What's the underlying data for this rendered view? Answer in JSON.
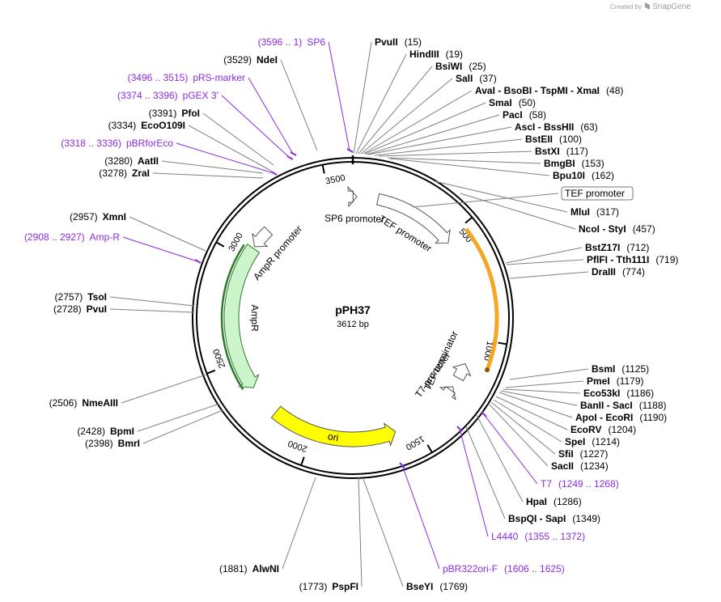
{
  "credit": {
    "created_by": "Created by",
    "brand": "SnapGene"
  },
  "plasmid": {
    "name": "pPH37",
    "size_label": "3612 bp",
    "length": 3612
  },
  "ticks": [
    "500",
    "1000",
    "1500",
    "2000",
    "2500",
    "3000",
    "3500"
  ],
  "features": [
    {
      "name": "SP6 promoter",
      "start": 1,
      "end": 19,
      "direction": "forward",
      "color": "#ffffff",
      "kind": "promoter"
    },
    {
      "name": "TEF promoter",
      "start": 120,
      "end": 520,
      "direction": "forward",
      "color": "#ffffff",
      "kind": "promoter"
    },
    {
      "name": "",
      "start": 520,
      "end": 1115,
      "direction": "forward",
      "color": "#f5a623",
      "kind": "orf"
    },
    {
      "name": "TEF terminator",
      "start": 1125,
      "end": 1200,
      "direction": "reverse",
      "color": "#ffffff",
      "kind": "terminator"
    },
    {
      "name": "T7 promoter",
      "start": 1249,
      "end": 1268,
      "direction": "reverse",
      "color": "#ffffff",
      "kind": "promoter"
    },
    {
      "name": "ori",
      "start": 1600,
      "end": 2200,
      "direction": "reverse",
      "color": "#ffff00",
      "kind": "origin"
    },
    {
      "name": "AmpR",
      "start": 2357,
      "end": 3060,
      "direction": "reverse",
      "color": "#ccf5cc",
      "kind": "cds"
    },
    {
      "name": "AmpR promoter",
      "start": 3070,
      "end": 3170,
      "direction": "reverse",
      "color": "#ffffff",
      "kind": "promoter"
    }
  ],
  "left_labels": [
    {
      "pos": "(3596 .. 1)",
      "name": "SP6",
      "primer": true
    },
    {
      "pos": "(3529)",
      "name": "NdeI",
      "primer": false
    },
    {
      "pos": "(3496 .. 3515)",
      "name": "pRS-marker",
      "primer": true
    },
    {
      "pos": "(3374 .. 3396)",
      "name": "pGEX 3'",
      "primer": true
    },
    {
      "pos": "(3391)",
      "name": "PfoI",
      "primer": false
    },
    {
      "pos": "(3334)",
      "name": "EcoO109I",
      "primer": false
    },
    {
      "pos": "(3318 .. 3336)",
      "name": "pBRforEco",
      "primer": true
    },
    {
      "pos": "(3280)",
      "name": "AatII",
      "primer": false
    },
    {
      "pos": "(3278)",
      "name": "ZraI",
      "primer": false
    },
    {
      "pos": "(2957)",
      "name": "XmnI",
      "primer": false
    },
    {
      "pos": "(2908 .. 2927)",
      "name": "Amp-R",
      "primer": true
    },
    {
      "pos": "(2757)",
      "name": "TsoI",
      "primer": false
    },
    {
      "pos": "(2728)",
      "name": "PvuI",
      "primer": false
    },
    {
      "pos": "(2506)",
      "name": "NmeAIII",
      "primer": false
    },
    {
      "pos": "(2428)",
      "name": "BpmI",
      "primer": false
    },
    {
      "pos": "(2398)",
      "name": "BmrI",
      "primer": false
    },
    {
      "pos": "(1881)",
      "name": "AlwNI",
      "primer": false
    },
    {
      "pos": "(1773)",
      "name": "PspFI",
      "primer": false
    }
  ],
  "right_labels": [
    {
      "name": "PvuII",
      "pos": "(15)",
      "primer": false
    },
    {
      "name": "HindIII",
      "pos": "(19)",
      "primer": false
    },
    {
      "name": "BsiWI",
      "pos": "(25)",
      "primer": false
    },
    {
      "name": "SalI",
      "pos": "(37)",
      "primer": false
    },
    {
      "name": "AvaI - BsoBI - TspMI - XmaI",
      "pos": "(48)",
      "primer": false
    },
    {
      "name": "SmaI",
      "pos": "(50)",
      "primer": false
    },
    {
      "name": "PacI",
      "pos": "(58)",
      "primer": false
    },
    {
      "name": "AscI - BssHII",
      "pos": "(63)",
      "primer": false
    },
    {
      "name": "BstEII",
      "pos": "(100)",
      "primer": false
    },
    {
      "name": "BstXI",
      "pos": "(117)",
      "primer": false
    },
    {
      "name": "BmgBI",
      "pos": "(153)",
      "primer": false
    },
    {
      "name": "Bpu10I",
      "pos": "(162)",
      "primer": false
    },
    {
      "name": "TEF promoter",
      "pos": "",
      "primer": false,
      "boxed": true
    },
    {
      "name": "MluI",
      "pos": "(317)",
      "primer": false
    },
    {
      "name": "NcoI - StyI",
      "pos": "(457)",
      "primer": false
    },
    {
      "name": "BstZ17I",
      "pos": "(712)",
      "primer": false
    },
    {
      "name": "PflFI - Tth111I",
      "pos": "(719)",
      "primer": false
    },
    {
      "name": "DraIII",
      "pos": "(774)",
      "primer": false
    },
    {
      "name": "BsmI",
      "pos": "(1125)",
      "primer": false
    },
    {
      "name": "PmeI",
      "pos": "(1179)",
      "primer": false
    },
    {
      "name": "Eco53kI",
      "pos": "(1186)",
      "primer": false
    },
    {
      "name": "BanII - SacI",
      "pos": "(1188)",
      "primer": false
    },
    {
      "name": "ApoI - EcoRI",
      "pos": "(1190)",
      "primer": false
    },
    {
      "name": "EcoRV",
      "pos": "(1204)",
      "primer": false
    },
    {
      "name": "SpeI",
      "pos": "(1214)",
      "primer": false
    },
    {
      "name": "SfiI",
      "pos": "(1227)",
      "primer": false
    },
    {
      "name": "SacII",
      "pos": "(1234)",
      "primer": false
    },
    {
      "name": "T7",
      "pos": "(1249 .. 1268)",
      "primer": true
    },
    {
      "name": "HpaI",
      "pos": "(1286)",
      "primer": false
    },
    {
      "name": "BspQI - SapI",
      "pos": "(1349)",
      "primer": false
    },
    {
      "name": "L4440",
      "pos": "(1355 .. 1372)",
      "primer": true
    },
    {
      "name": "pBR322ori-F",
      "pos": "(1606 .. 1625)",
      "primer": true
    },
    {
      "name": "BseYI",
      "pos": "(1769)",
      "primer": false
    }
  ],
  "colors": {
    "primer": "#8a2be2",
    "backbone": "#000000",
    "leader": "#808080"
  }
}
